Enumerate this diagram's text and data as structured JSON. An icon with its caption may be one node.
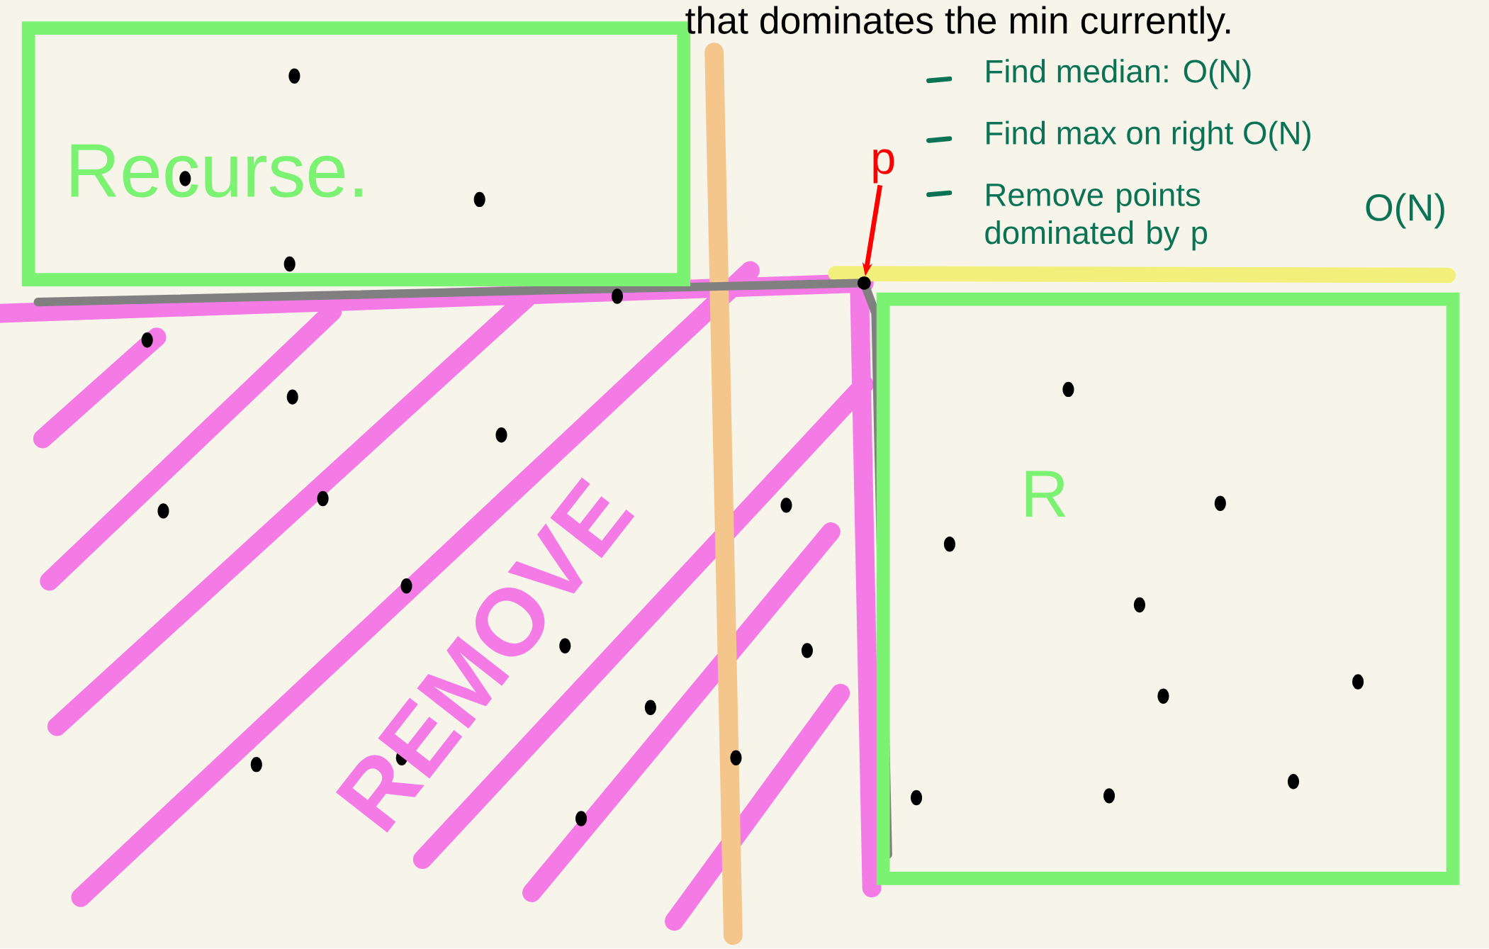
{
  "diagram": {
    "nodes": [
      {
        "text": [
          "Recurse."
        ]
      },
      {
        "text": [
          "R"
        ]
      },
      {
        "text": [
          "p"
        ]
      },
      {
        "text": [],
        "shape": "circle"
      }
    ],
    "edges": [
      {
        "from": 2,
        "to": 3,
        "arrow": "to"
      }
    ],
    "labels": [
      "that dominates the min currently.",
      "Find median: O(N)",
      "Find max on right O(N)",
      "Remove points dominated by p",
      "O(N)",
      "REMOVE"
    ]
  }
}
